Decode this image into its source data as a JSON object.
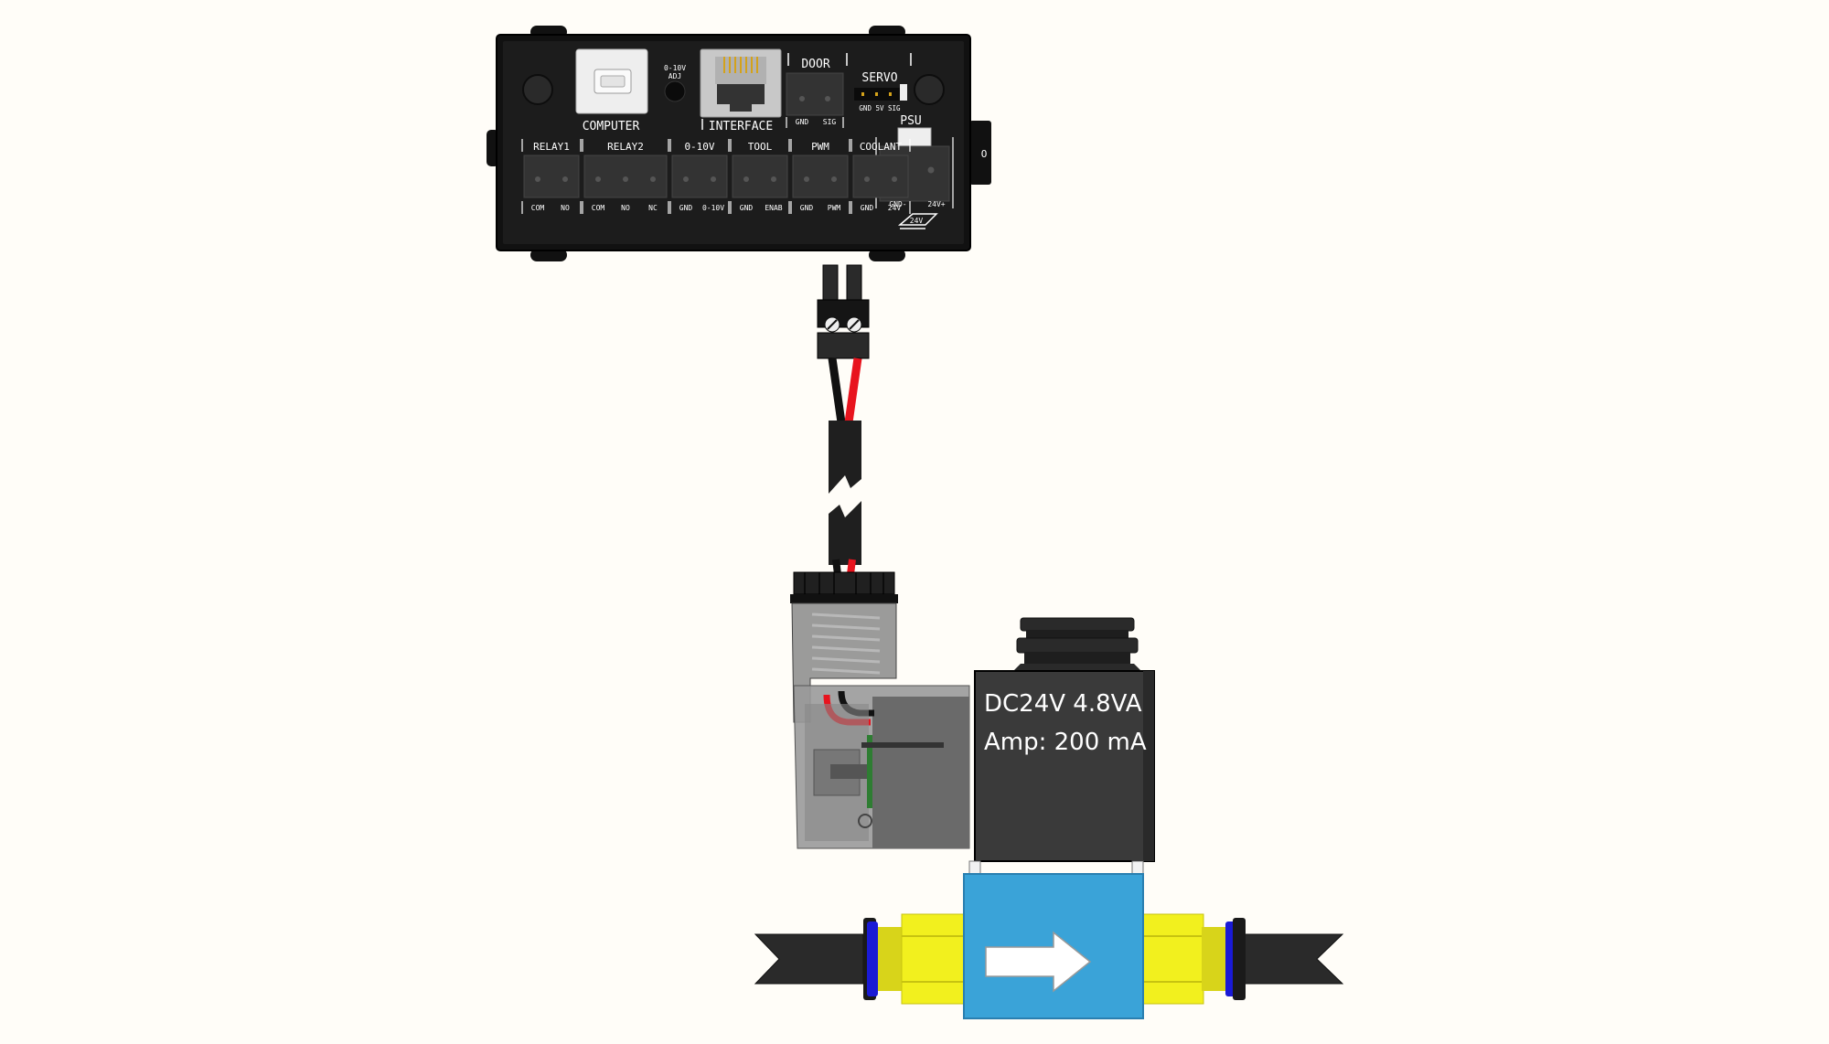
{
  "controller": {
    "usb_label": "COMPUTER",
    "adj_label_1": "0-10V",
    "adj_label_2": "ADJ",
    "interface_label": "INTERFACE",
    "door_label": "DOOR",
    "door_pins": [
      "GND",
      "SIG"
    ],
    "servo_label": "SERVO",
    "servo_pins": "GND 5V SIG",
    "psu_label": "PSU",
    "psu_pins": [
      "GND-",
      "24V+"
    ],
    "psu_badge": "24V",
    "switch_label": "O",
    "terminal_groups": [
      {
        "label": "RELAY1",
        "pins": [
          "COM",
          "NO"
        ]
      },
      {
        "label": "RELAY2",
        "pins": [
          "COM",
          "NO",
          "NC"
        ]
      },
      {
        "label": "0-10V",
        "pins": [
          "GND",
          "0-10V"
        ]
      },
      {
        "label": "TOOL",
        "pins": [
          "GND",
          "ENAB"
        ]
      },
      {
        "label": "PWM",
        "pins": [
          "GND",
          "PWM"
        ]
      },
      {
        "label": "COOLANT",
        "pins": [
          "GND",
          "24V"
        ]
      }
    ]
  },
  "valve": {
    "coil_line1": "DC24V 4.8VA",
    "coil_line2": "Amp: 200 mA"
  },
  "colors": {
    "controller_body": "#1a1a1a",
    "wire_red": "#e8141e",
    "wire_black": "#111111",
    "valve_body": "#3aa3d8",
    "fitting_yellow": "#f2f01e",
    "fitting_blue": "#1a1ad6",
    "coil": "#3a3a3a"
  }
}
